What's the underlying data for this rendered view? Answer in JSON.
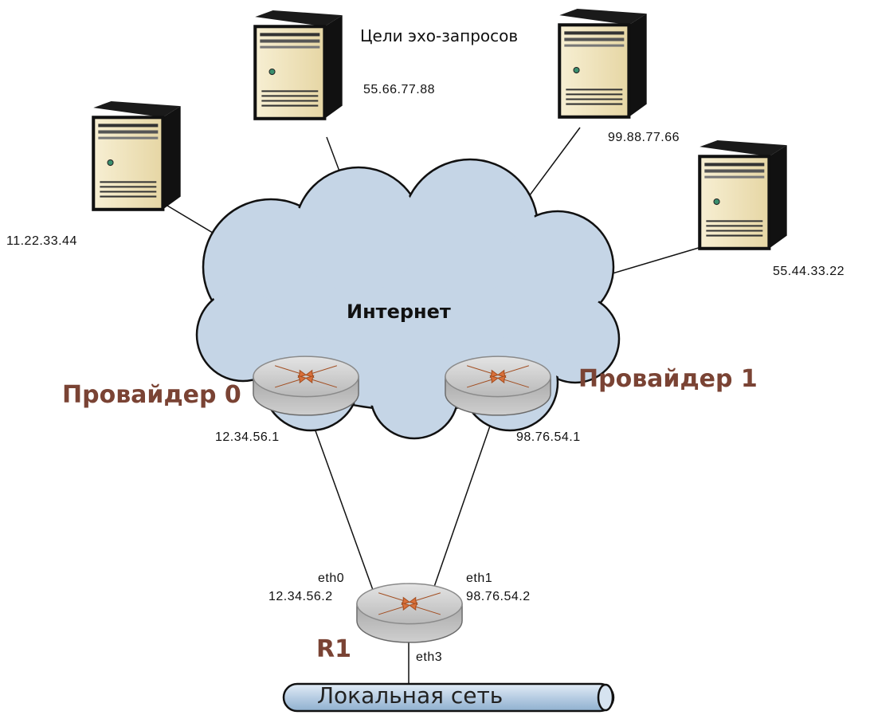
{
  "cloud_label": "Интернет",
  "targets_caption": "Цели эхо-запросов",
  "servers": [
    {
      "id": "a",
      "ip": "11.22.33.44"
    },
    {
      "id": "b",
      "ip": "55.66.77.88"
    },
    {
      "id": "c",
      "ip": "99.88.77.66"
    },
    {
      "id": "d",
      "ip": "55.44.33.22"
    }
  ],
  "providers": [
    {
      "name": "Провайдер 0",
      "gateway_ip": "12.34.56.1"
    },
    {
      "name": "Провайдер 1",
      "gateway_ip": "98.76.54.1"
    }
  ],
  "router": {
    "name": "R1",
    "eth0": {
      "name": "eth0",
      "ip": "12.34.56.2"
    },
    "eth1": {
      "name": "eth1",
      "ip": "98.76.54.2"
    },
    "eth3": {
      "name": "eth3"
    }
  },
  "lan_label": "Локальная сеть",
  "colors": {
    "cloud_fill": "#c5d5e6",
    "provider_text": "#7a4334",
    "router_arrows": "#d9703a",
    "server_body": "#f2e6bf",
    "lan_pipe": "#b7cde3"
  }
}
